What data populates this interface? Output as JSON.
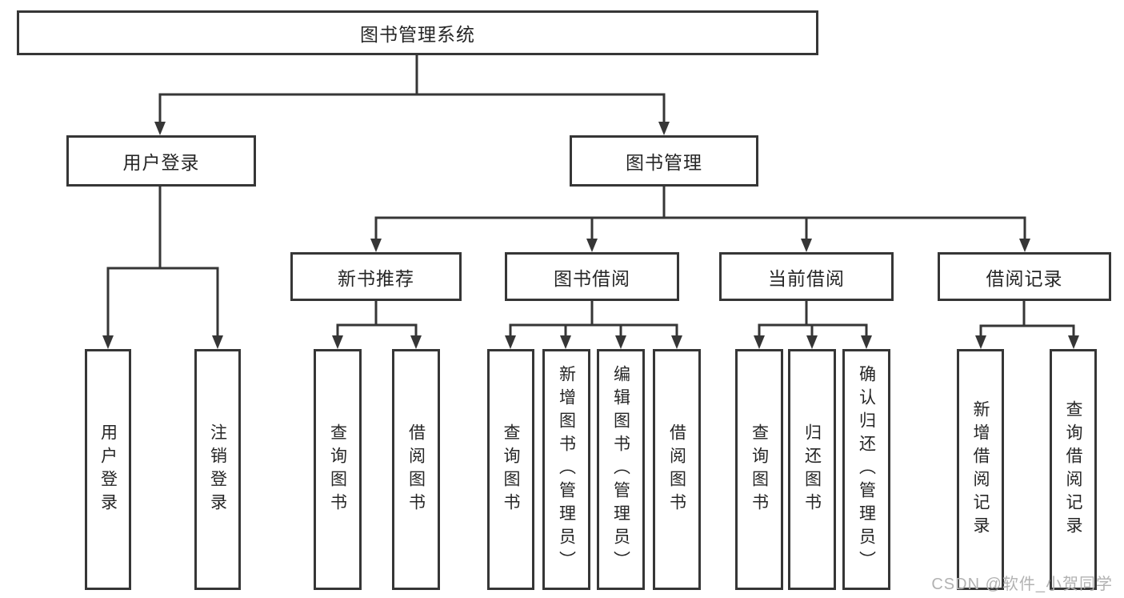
{
  "diagram": {
    "title": "图书管理系统",
    "type": "hierarchy-tree",
    "colors": {
      "line": "#363636",
      "box_border": "#363636",
      "text": "#262626",
      "background": "#ffffff",
      "watermark": "#b2b2b2"
    },
    "nodes": {
      "root": "图书管理系统",
      "login": "用户登录",
      "mgmt": "图书管理",
      "rec": "新书推荐",
      "borrow": "图书借阅",
      "current": "当前借阅",
      "records": "借阅记录",
      "login_user": "用户登录",
      "login_logout": "注销登录",
      "rec_query": "查询图书",
      "rec_borrow": "借阅图书",
      "borrow_query": "查询图书",
      "borrow_add": "新增图书（管理员）",
      "borrow_edit": "编辑图书（管理员）",
      "borrow_leaf": "借阅图书",
      "current_query": "查询图书",
      "current_return": "归还图书",
      "current_confirm": "确认归还（管理员）",
      "records_add": "新增借阅记录",
      "records_query": "查询借阅记录"
    },
    "hierarchy": [
      {
        "parent": "图书管理系统",
        "children": [
          "用户登录",
          "图书管理"
        ]
      },
      {
        "parent": "用户登录",
        "children": [
          "用户登录",
          "注销登录"
        ]
      },
      {
        "parent": "图书管理",
        "children": [
          "新书推荐",
          "图书借阅",
          "当前借阅",
          "借阅记录"
        ]
      },
      {
        "parent": "新书推荐",
        "children": [
          "查询图书",
          "借阅图书"
        ]
      },
      {
        "parent": "图书借阅",
        "children": [
          "查询图书",
          "新增图书（管理员）",
          "编辑图书（管理员）",
          "借阅图书"
        ]
      },
      {
        "parent": "当前借阅",
        "children": [
          "查询图书",
          "归还图书",
          "确认归还（管理员）"
        ]
      },
      {
        "parent": "借阅记录",
        "children": [
          "新增借阅记录",
          "查询借阅记录"
        ]
      }
    ],
    "watermark": "CSDN @软件_小贺同学"
  }
}
